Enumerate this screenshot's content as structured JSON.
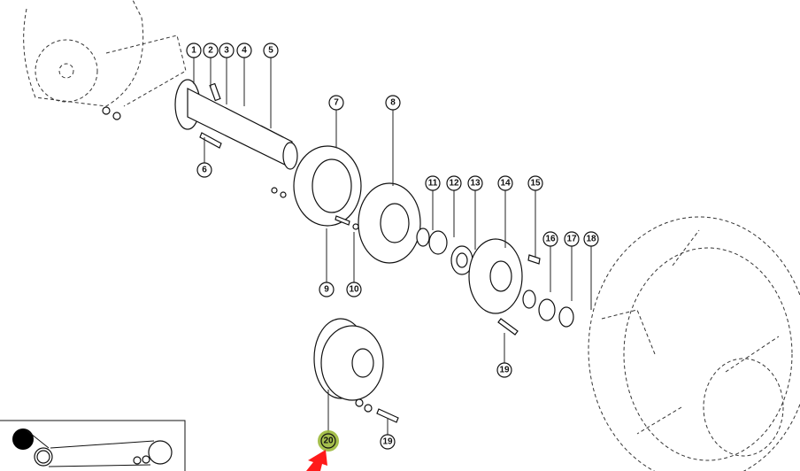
{
  "diagram": {
    "callouts": [
      "1",
      "2",
      "3",
      "4",
      "5",
      "6",
      "7",
      "8",
      "9",
      "10",
      "11",
      "12",
      "13",
      "14",
      "15",
      "16",
      "17",
      "18",
      "19",
      "19",
      "20"
    ],
    "highlighted_callout": "20",
    "highlight_color": "#9bb83a",
    "arrow_color": "#ff1a1a"
  }
}
